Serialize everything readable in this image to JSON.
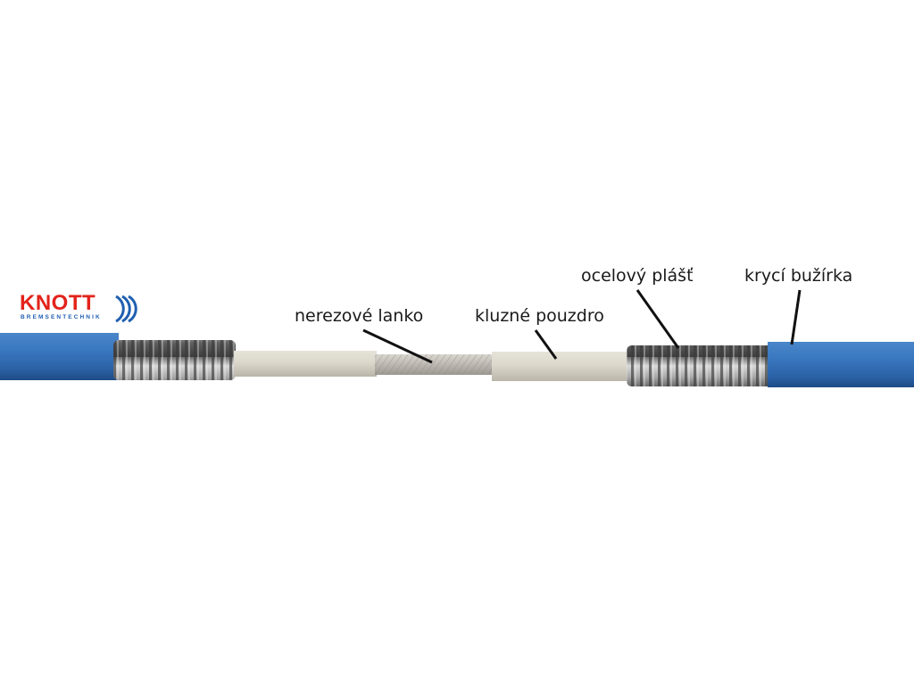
{
  "brand": {
    "name": "KNOTT",
    "tagline": "BREMSENTECHNIK",
    "color_primary": "#e2231a",
    "color_secondary": "#1f5fb0"
  },
  "callouts": [
    {
      "id": "nerezove-lanko",
      "label": "nerezové lanko"
    },
    {
      "id": "kluzne-pouzdro",
      "label": "kluzné pouzdro"
    },
    {
      "id": "ocelovy-plast",
      "label": "ocelový plášť"
    },
    {
      "id": "kryci-buzirka",
      "label": "krycí bužírka"
    }
  ],
  "colors": {
    "cover_blue": "#2f6cb3",
    "liner_beige": "#d8d4c8",
    "steel": "#8a8a8a",
    "wire": "#b9b6b0",
    "label_text": "#1a1a1a"
  },
  "icons": [
    "knott-logo-arcs-icon"
  ]
}
